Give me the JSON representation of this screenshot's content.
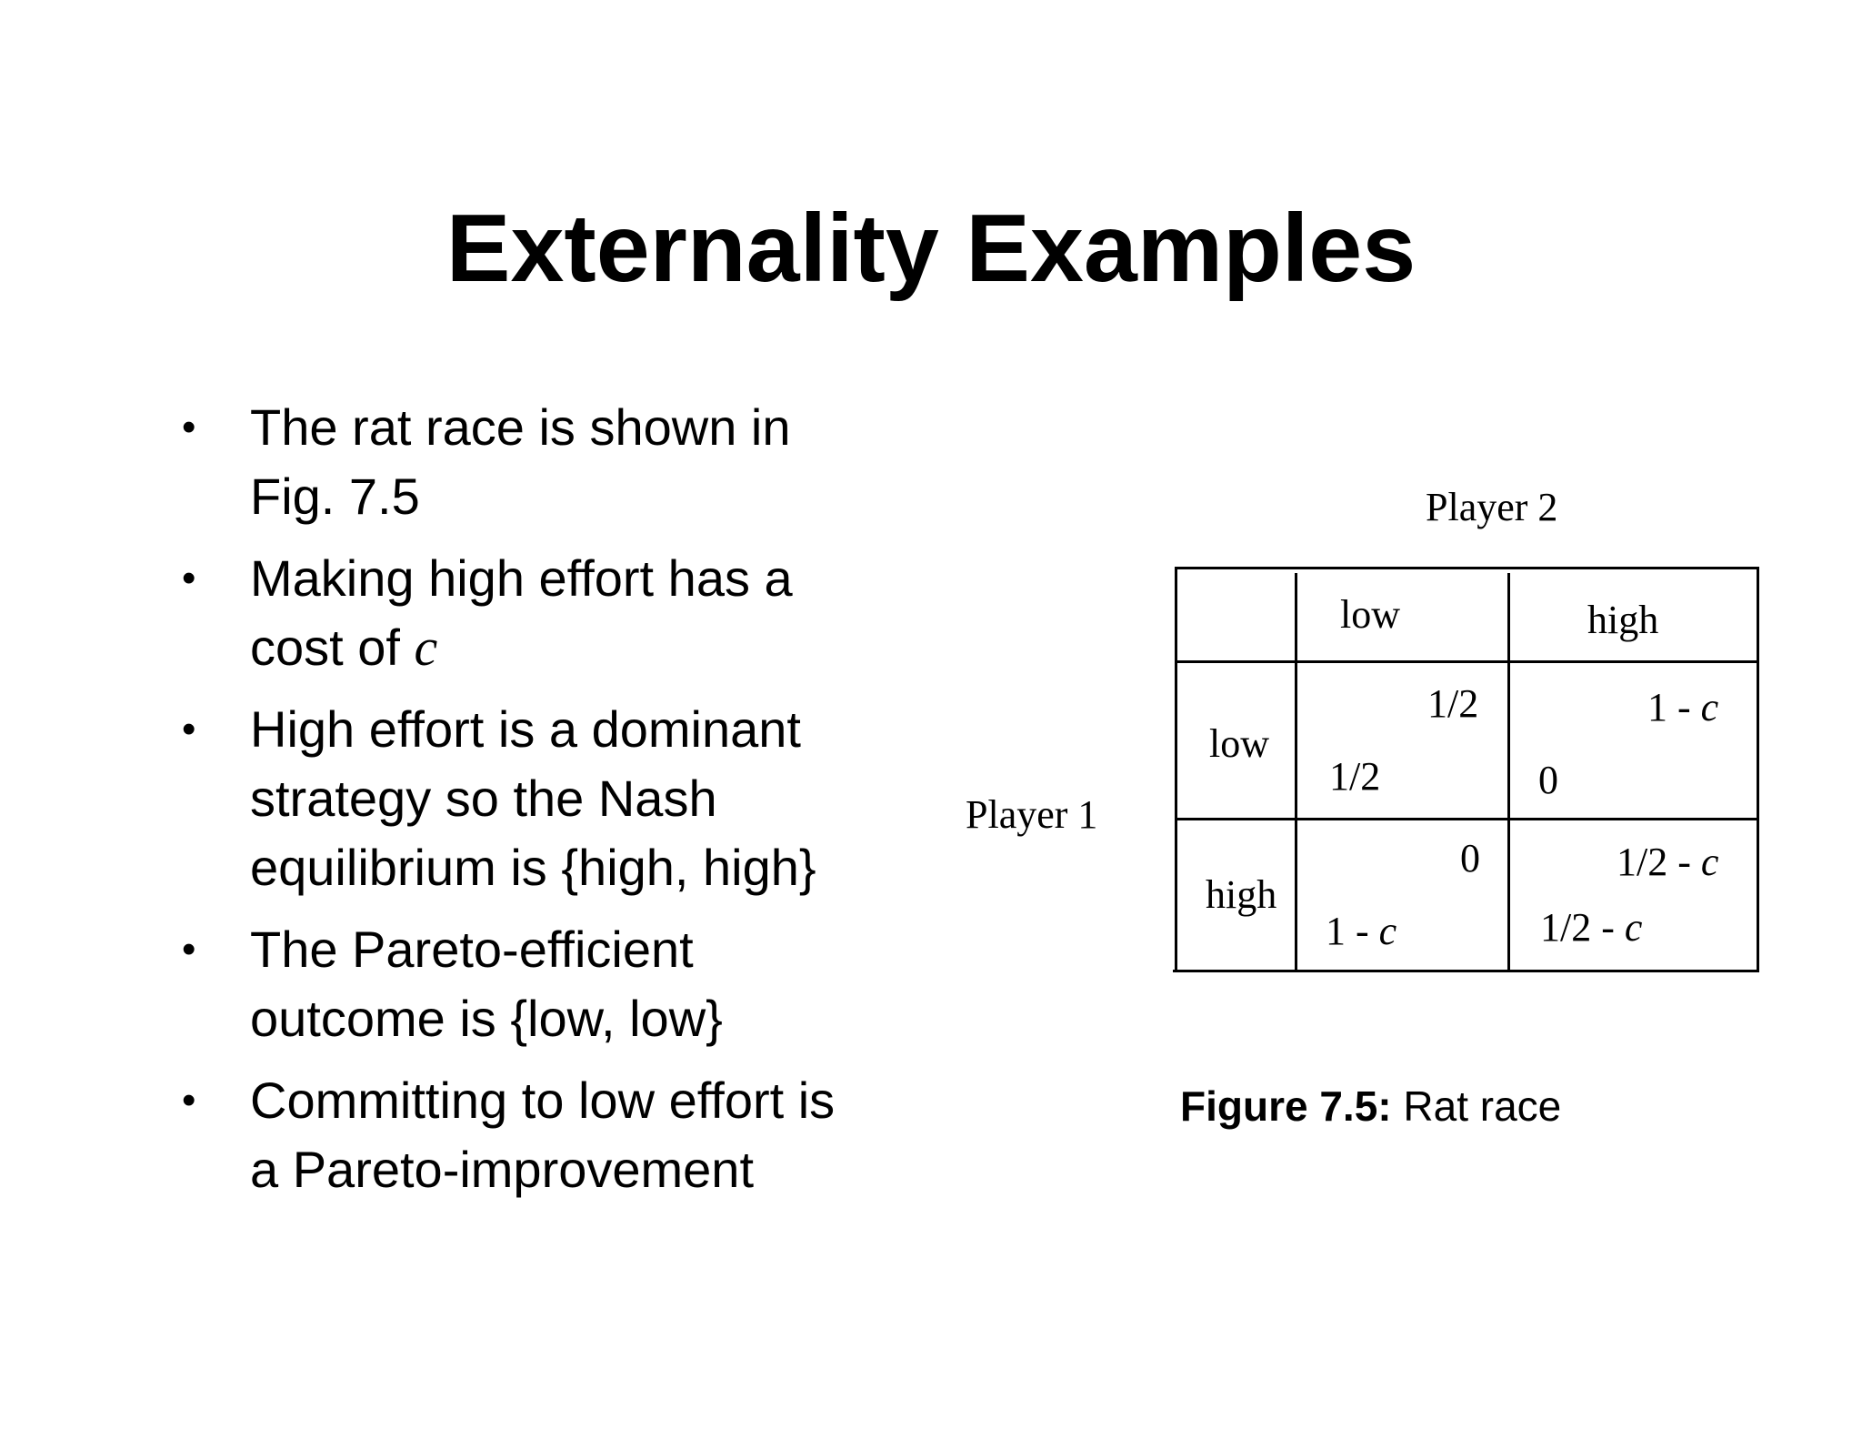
{
  "title": "Externality Examples",
  "bullets": [
    {
      "lines": [
        "The rat race is shown in",
        "Fig. 7.5"
      ]
    },
    {
      "lines": [
        "Making high effort has a",
        "cost of "
      ],
      "var": "c"
    },
    {
      "lines": [
        "High effort is a dominant",
        "strategy so the Nash",
        "equilibrium is {high, high}"
      ]
    },
    {
      "lines": [
        "The Pareto-efficient",
        "outcome is {low, low}"
      ]
    },
    {
      "lines": [
        "Committing to low effort is",
        "a Pareto-improvement"
      ]
    }
  ],
  "bullet_symbol": "•",
  "game": {
    "player2_label": "Player 2",
    "player1_label": "Player 1",
    "col_headers": [
      "low",
      "high"
    ],
    "row_headers": [
      "low",
      "high"
    ],
    "payoffs": {
      "low_low": {
        "p2": "1/2",
        "p1": "1/2"
      },
      "low_high": {
        "p2": "1 - ",
        "p2_var": "c",
        "p1": "0"
      },
      "high_low": {
        "p2": "0",
        "p1": "1 - ",
        "p1_var": "c"
      },
      "high_high": {
        "p2": "1/2 - ",
        "p2_var": "c",
        "p1": "1/2 - ",
        "p1_var": "c"
      }
    }
  },
  "caption": {
    "bold": "Figure 7.5:",
    "text": " Rat race"
  }
}
